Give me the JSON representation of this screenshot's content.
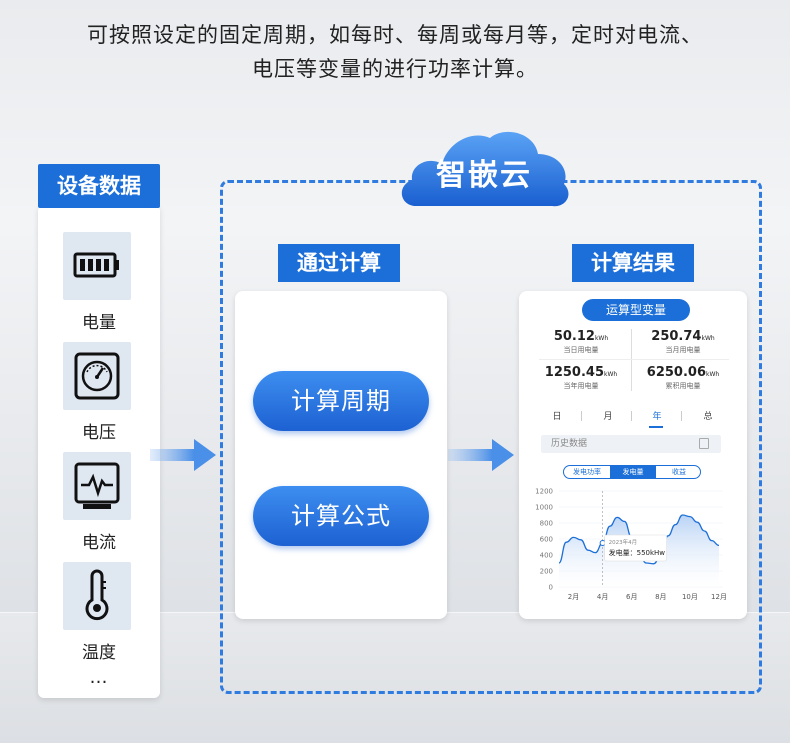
{
  "headline": {
    "line1": "可按照设定的固定周期，如每时、每周或每月等，定时对电流、",
    "line2": "电压等变量的进行功率计算。"
  },
  "left": {
    "title": "设备数据",
    "items": [
      {
        "label": "电量",
        "icon": "battery-icon"
      },
      {
        "label": "电压",
        "icon": "gauge-icon"
      },
      {
        "label": "电流",
        "icon": "current-icon"
      },
      {
        "label": "温度",
        "icon": "thermometer-icon"
      }
    ],
    "more": "…"
  },
  "cloud": {
    "label": "智嵌云"
  },
  "compute": {
    "title": "通过计算",
    "pill1": "计算周期",
    "pill2": "计算公式"
  },
  "result": {
    "title": "计算结果",
    "card_title": "运算型变量",
    "stats": [
      {
        "value": "50.12",
        "unit": "kWh",
        "label": "当日用电量"
      },
      {
        "value": "250.74",
        "unit": "kWh",
        "label": "当月用电量"
      },
      {
        "value": "1250.45",
        "unit": "kWh",
        "label": "当年用电量"
      },
      {
        "value": "6250.06",
        "unit": "kWh",
        "label": "累积用电量"
      }
    ],
    "tabs": [
      "日",
      "月",
      "年",
      "总"
    ],
    "active_tab": "年",
    "history_placeholder": "历史数据",
    "segments": [
      "发电功率",
      "发电量",
      "收益"
    ],
    "active_segment": "发电量",
    "tooltip_date": "2023年4月",
    "tooltip_value": "发电量：550kHw"
  },
  "chart_data": {
    "type": "area",
    "x_ticks": [
      "2月",
      "4月",
      "6月",
      "8月",
      "10月",
      "12月"
    ],
    "y_ticks": [
      "1200",
      "1000",
      "800",
      "600",
      "400",
      "200",
      "0"
    ],
    "ylim": [
      0,
      1200
    ],
    "x": [
      1,
      1.5,
      2,
      2.5,
      3,
      3.5,
      4,
      4.5,
      5,
      5.5,
      6,
      6.5,
      7,
      7.5,
      8,
      8.5,
      9,
      9.5,
      10,
      10.5,
      11,
      11.5,
      12
    ],
    "values": [
      300,
      560,
      620,
      590,
      460,
      430,
      550,
      760,
      870,
      820,
      620,
      400,
      300,
      290,
      390,
      640,
      780,
      900,
      880,
      810,
      700,
      580,
      520
    ],
    "highlight": {
      "x": 4,
      "y": 550
    },
    "colors": {
      "line": "#1c6fd8",
      "fill_top": "#b9d3f5",
      "fill_bottom": "#ffffff"
    }
  }
}
